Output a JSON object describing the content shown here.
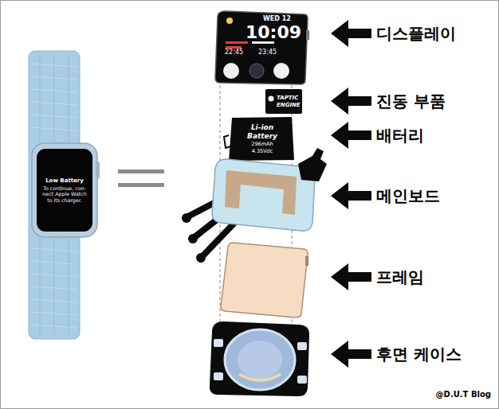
{
  "diagram": {
    "nodes": [
      {
        "text": [
          "Low Battery",
          "To continue, con-nect Apple Watch to its charger."
        ]
      },
      {
        "text": [
          "WED 12",
          "10:09",
          "22:45",
          "23:45"
        ]
      },
      {
        "text": [
          "TAPTIC ENGINE"
        ]
      },
      {
        "text": [
          "Li-ion Battery",
          "296mAh",
          "4.35Vdc"
        ]
      }
    ],
    "labels": [
      "디스플레이",
      "진동 부품",
      "배터리",
      "메인보드",
      "프레임",
      "후면 케이스",
      "@D.U.T Blog"
    ]
  }
}
